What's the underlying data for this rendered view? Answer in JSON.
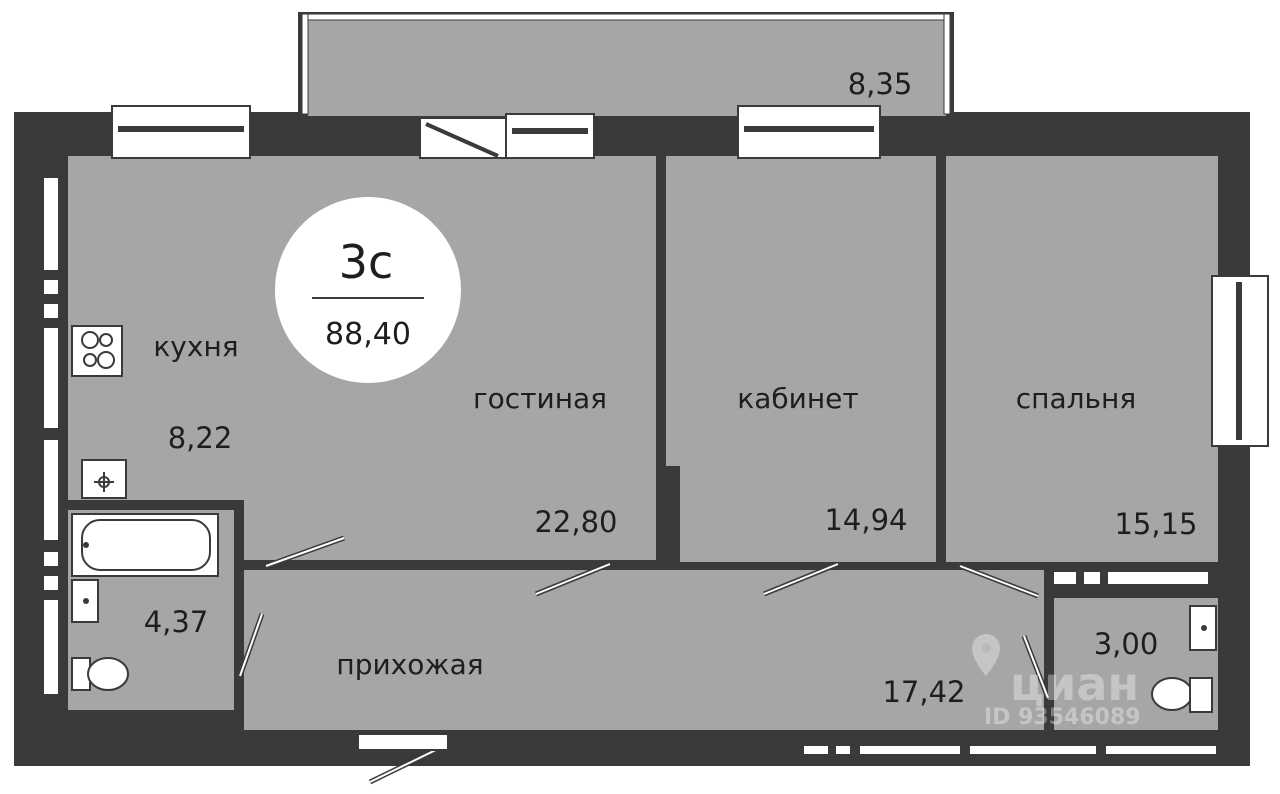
{
  "apartment": {
    "type": "3с",
    "total_area": "88,40"
  },
  "rooms": {
    "balcony": {
      "area": "8,35"
    },
    "kitchen": {
      "name": "кухня",
      "area": "8,22"
    },
    "living": {
      "name": "гостиная",
      "area": "22,80"
    },
    "study": {
      "name": "кабинет",
      "area": "14,94"
    },
    "bedroom": {
      "name": "спальня",
      "area": "15,15"
    },
    "bathroom": {
      "area": "4,37"
    },
    "hallway": {
      "name": "прихожая",
      "area": "17,42"
    },
    "wc": {
      "area": "3,00"
    }
  },
  "watermark": {
    "brand": "циан",
    "listing_id": "ID 93546089"
  },
  "colors": {
    "wall": "#3a3a3a",
    "floor": "#a6a6a6",
    "window": "#ffffff",
    "badge": "#ffffff",
    "text": "#1e1e1e"
  }
}
